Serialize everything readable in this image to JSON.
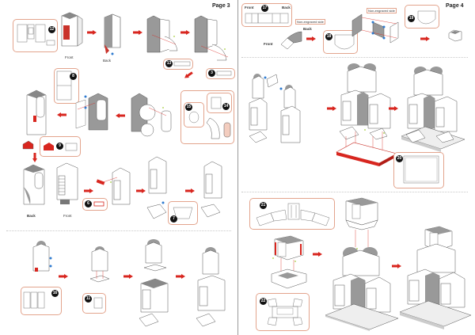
{
  "document": {
    "type": "paper model assembly instructions",
    "accent_color": "#d8261f",
    "callout_border_color": "#e3a48d"
  },
  "pages": [
    {
      "label": "Page 3",
      "steps": [
        {
          "number": "12",
          "captions": [
            "Front",
            "Back"
          ]
        },
        {
          "number": "13"
        },
        {
          "number": "3"
        },
        {
          "number": "8"
        },
        {
          "number": "15"
        },
        {
          "number": "14"
        },
        {
          "number": "9"
        },
        {
          "number": "6"
        },
        {
          "number": "7"
        },
        {
          "number": "16"
        },
        {
          "number": "11"
        }
      ],
      "captions": {
        "front_top": "Front",
        "back_top": "Back",
        "back_mid": "Back",
        "front_mid": "Front"
      }
    },
    {
      "label": "Page 4",
      "steps": [
        {
          "number": "17"
        },
        {
          "number": "18"
        },
        {
          "number": "19"
        },
        {
          "number": "20"
        },
        {
          "number": "21"
        },
        {
          "number": "22"
        }
      ],
      "captions": {
        "front_label": "Front",
        "back_label": "Back",
        "step17_front": "Front",
        "step17_back": "Back",
        "non_engraved_1": "Non-engraved side",
        "non_engraved_2": "Non-engraved side"
      }
    }
  ]
}
